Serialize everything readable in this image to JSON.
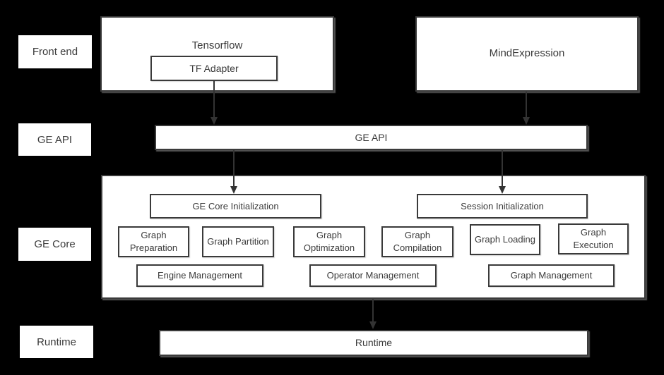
{
  "colors": {
    "background": "#000000",
    "box_fill": "#ffffff",
    "border": "#3a3a3a",
    "text": "#3b3b3b",
    "arrow": "#333333"
  },
  "side_labels": {
    "front_end": "Front end",
    "ge_api": "GE API",
    "ge_core": "GE Core",
    "runtime": "Runtime"
  },
  "front_end_row": {
    "tensorflow": "Tensorflow",
    "tf_adapter": "TF Adapter",
    "mind_expression": "MindExpression"
  },
  "ge_api_bar": {
    "label": "GE API"
  },
  "ge_core": {
    "init": [
      "GE Core Initialization",
      "Session Initialization"
    ],
    "pipeline": [
      "Graph Preparation",
      "Graph Partition",
      "Graph Optimization",
      "Graph Compilation",
      "Graph Loading",
      "Graph Execution"
    ],
    "management": [
      "Engine Management",
      "Operator Management",
      "Graph Management"
    ]
  },
  "runtime_bar": {
    "label": "Runtime"
  }
}
